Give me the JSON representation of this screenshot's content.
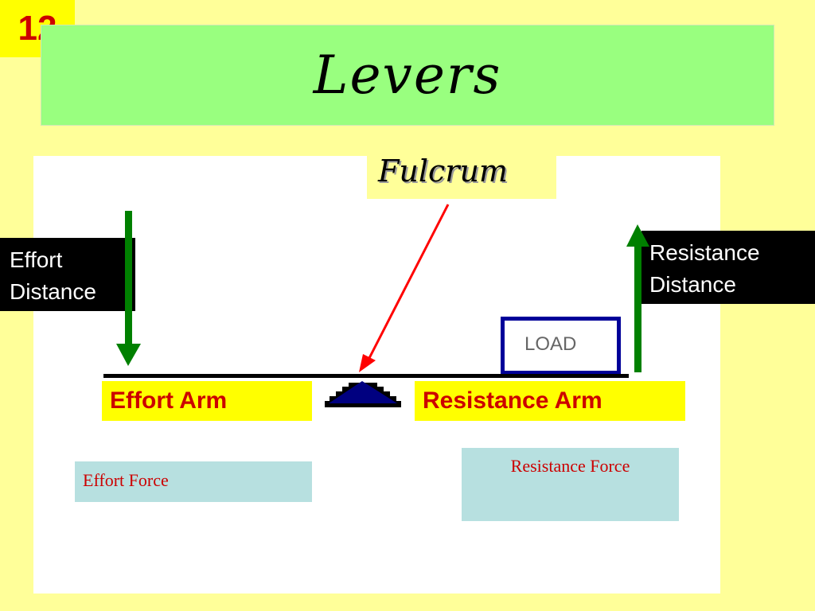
{
  "slide_number": "12",
  "title": "Levers",
  "fulcrum_label": "Fulcrum",
  "effort_distance": {
    "line1": "Effort",
    "line2": "Distance"
  },
  "resistance_distance": {
    "line1": "Resistance",
    "line2": "Distance"
  },
  "load_label": "LOAD",
  "effort_arm_label": "Effort Arm",
  "resistance_arm_label": "Resistance Arm",
  "effort_force_label": "Effort Force",
  "resistance_force_label": "Resistance Force",
  "colors": {
    "background": "#ffff99",
    "title_banner": "#99ff7f",
    "arrow_green": "#008000",
    "pointer_red": "#ff0000",
    "fulcrum_navy": "#000080",
    "label_red": "#cc0000",
    "force_box": "#b7e0e0"
  },
  "icons": {
    "fulcrum": "triangle-fulcrum-icon",
    "effort_direction": "arrow-down-icon",
    "resistance_direction": "arrow-up-icon",
    "fulcrum_pointer": "arrow-pointer-icon"
  }
}
